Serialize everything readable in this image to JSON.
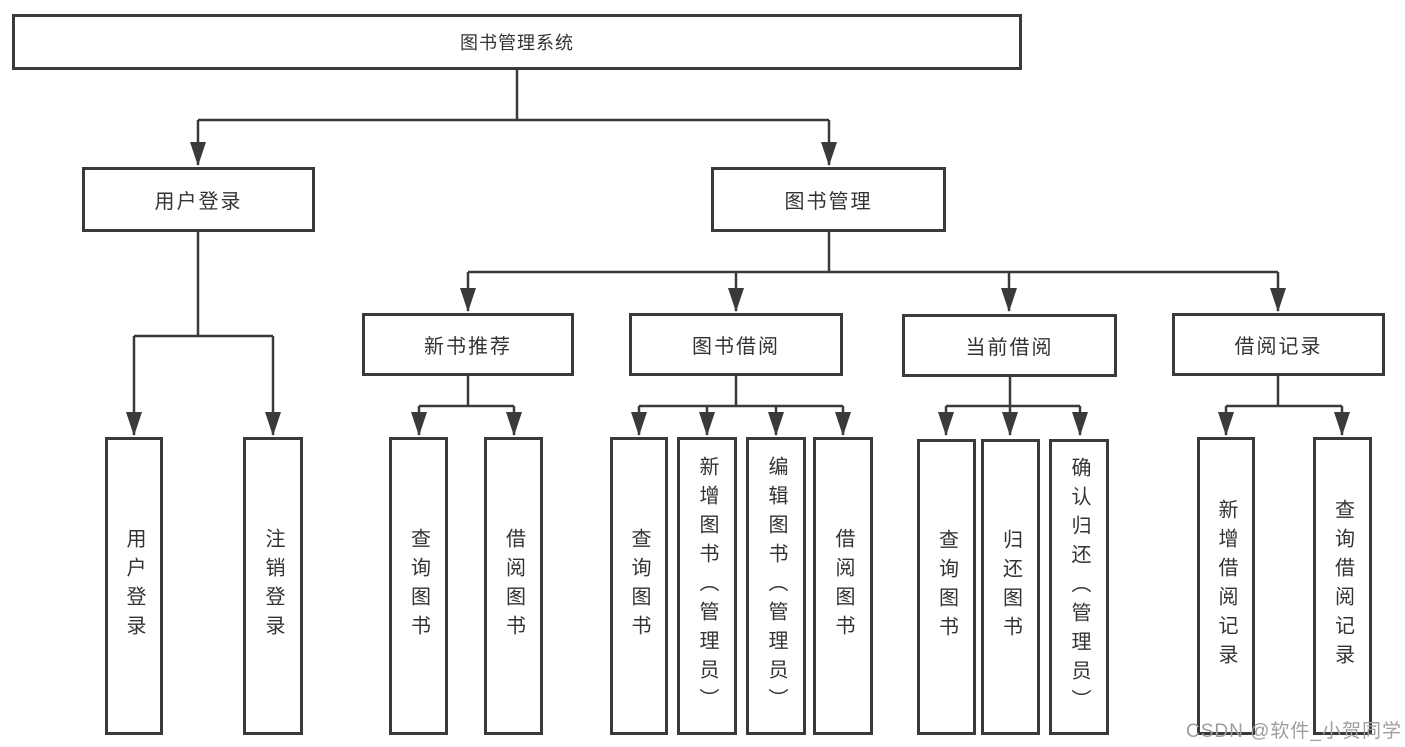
{
  "diagram_title": "图书管理系统",
  "tree": {
    "label": "图书管理系统",
    "children": [
      {
        "label": "用户登录",
        "children": [
          {
            "label": "用户登录"
          },
          {
            "label": "注销登录"
          }
        ]
      },
      {
        "label": "图书管理",
        "children": [
          {
            "label": "新书推荐",
            "children": [
              {
                "label": "查询图书"
              },
              {
                "label": "借阅图书"
              }
            ]
          },
          {
            "label": "图书借阅",
            "children": [
              {
                "label": "查询图书"
              },
              {
                "label": "新增图书（管理员）"
              },
              {
                "label": "编辑图书（管理员）"
              },
              {
                "label": "借阅图书"
              }
            ]
          },
          {
            "label": "当前借阅",
            "children": [
              {
                "label": "查询图书"
              },
              {
                "label": "归还图书"
              },
              {
                "label": "确认归还（管理员）"
              }
            ]
          },
          {
            "label": "借阅记录",
            "children": [
              {
                "label": "新增借阅记录"
              },
              {
                "label": "查询借阅记录"
              }
            ]
          }
        ]
      }
    ]
  },
  "watermark": {
    "text": "CSDN @软件_小贺同学"
  },
  "colors": {
    "line": "#3a3a3a",
    "box_border": "#3a3a3a",
    "text": "#333333",
    "background": "#ffffff",
    "watermark": "#9e9e9e"
  }
}
